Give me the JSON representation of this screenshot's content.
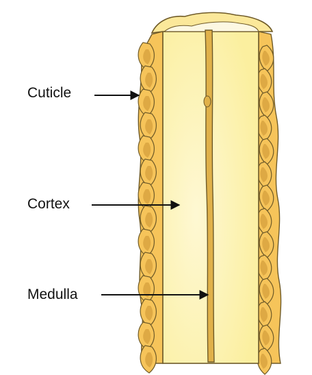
{
  "labels": {
    "cuticle": "Cuticle",
    "cortex": "Cortex",
    "medulla": "Medulla"
  },
  "colors": {
    "cortex": "#fbf1a8",
    "cortex_center": "#fdf7cf",
    "cuticle": "#f6c45a",
    "cuticle_dark": "#d6a03e",
    "medulla": "#e0b14a",
    "outline": "#6e5a28",
    "top_cap": "#fbf6de",
    "arrow": "#111111"
  }
}
